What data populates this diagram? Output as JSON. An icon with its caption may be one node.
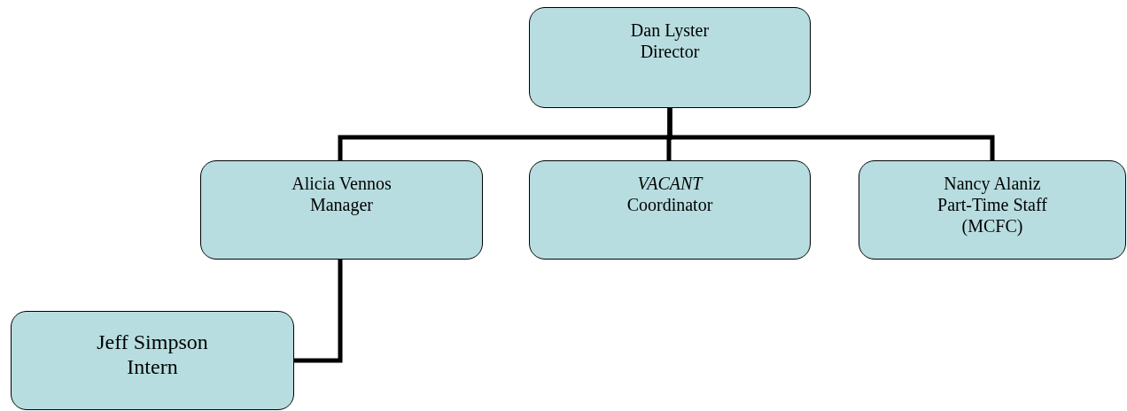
{
  "diagram": {
    "nodes": [
      {
        "text": [
          "Dan Lyster",
          "Director"
        ]
      },
      {
        "text": [
          "Alicia Vennos",
          "Manager"
        ]
      },
      {
        "text": [
          "*VACANT*",
          "Coordinator"
        ]
      },
      {
        "text": [
          "Nancy Alaniz",
          "Part-Time Staff (MCFC)"
        ]
      },
      {
        "text": [
          "Jeff Simpson",
          "Intern"
        ]
      }
    ],
    "edges": [
      {
        "from": 0,
        "to": 1,
        "arrow": "none"
      },
      {
        "from": 0,
        "to": 2,
        "arrow": "none"
      },
      {
        "from": 0,
        "to": 3,
        "arrow": "none"
      },
      {
        "from": 1,
        "to": 4,
        "arrow": "none"
      }
    ]
  }
}
